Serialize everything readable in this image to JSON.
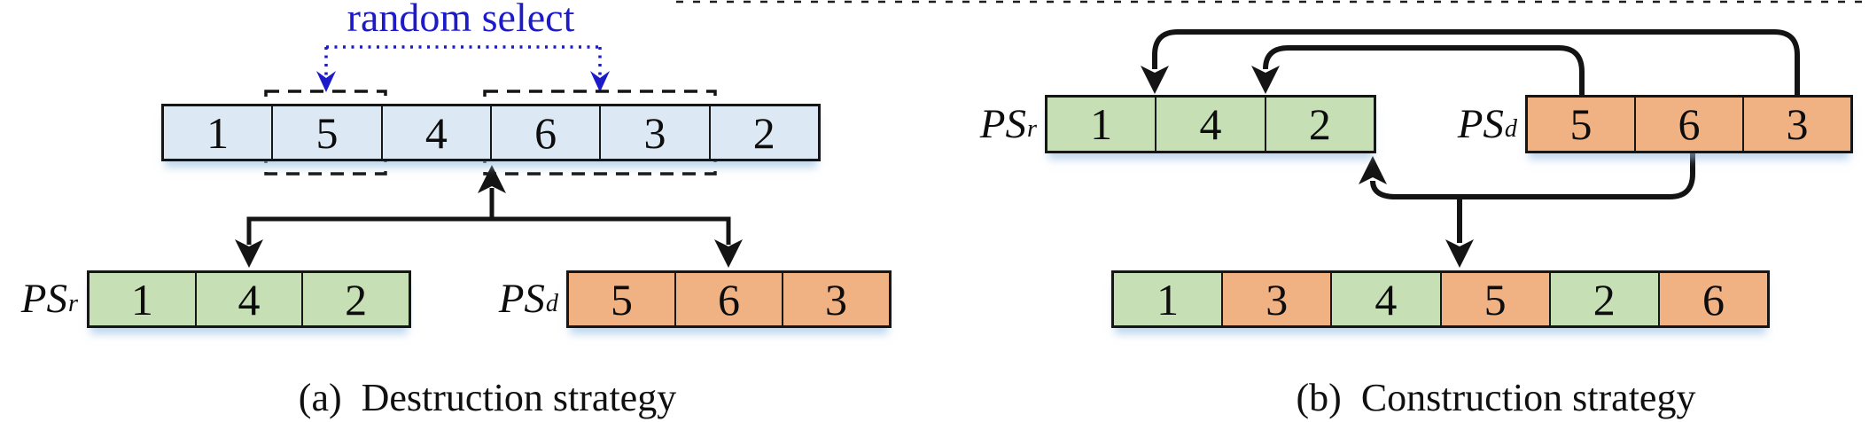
{
  "colors": {
    "cell_blue": "#dce8f3",
    "cell_green": "#c7dfb5",
    "cell_orange": "#f0b183",
    "line_black": "#141414",
    "accent_blue": "#1c1ac9"
  },
  "panel_a": {
    "random_select_label": "random select",
    "sequence": {
      "values": [
        "1",
        "5",
        "4",
        "6",
        "3",
        "2"
      ],
      "color": "blue"
    },
    "ps_r": {
      "label": "PS",
      "sub": "r",
      "cells": {
        "values": [
          "1",
          "4",
          "2"
        ],
        "color": "green"
      }
    },
    "ps_d": {
      "label": "PS",
      "sub": "d",
      "cells": {
        "values": [
          "5",
          "6",
          "3"
        ],
        "color": "orange"
      }
    },
    "caption": "(a)  Destruction strategy"
  },
  "panel_b": {
    "ps_r": {
      "label": "PS",
      "sub": "r",
      "cells": {
        "values": [
          "1",
          "4",
          "2"
        ],
        "color": "green"
      }
    },
    "ps_d": {
      "label": "PS",
      "sub": "d",
      "cells": {
        "values": [
          "5",
          "6",
          "3"
        ],
        "color": "orange"
      }
    },
    "result": {
      "values": [
        "1",
        "3",
        "4",
        "5",
        "2",
        "6"
      ],
      "colors": [
        "green",
        "orange",
        "green",
        "orange",
        "green",
        "orange"
      ]
    },
    "caption": "(b)  Construction strategy"
  }
}
